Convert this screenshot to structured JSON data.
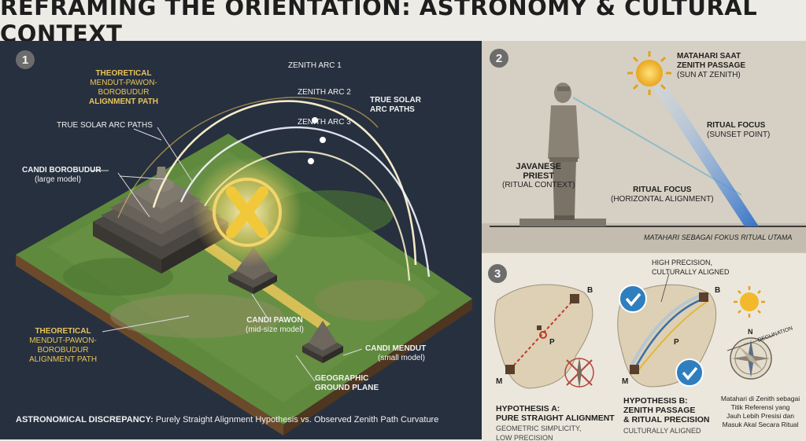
{
  "title": "REFRAMING THE ORIENTATION: ASTRONOMY & CULTURAL CONTEXT",
  "panel1": {
    "number": "1",
    "theoretical_top": [
      "THEORETICAL",
      "MENDUT-PAWON-BOROBUDUR",
      "ALIGNMENT PATH"
    ],
    "zenith_arc_1": "ZENITH ARC 1",
    "zenith_arc_2": "ZENITH ARC 2",
    "zenith_arc_3": "ZENITH ARC 3",
    "true_solar_right": [
      "TRUE SOLAR",
      "ARC PATHS"
    ],
    "true_solar_left": "TRUE SOLAR ARC PATHS",
    "borobudur": [
      "CANDI BOROBUDUR",
      "(large model)"
    ],
    "pawon": [
      "CANDI PAWON",
      "(mid-size model)"
    ],
    "mendut": [
      "CANDI MENDUT",
      "(small model)"
    ],
    "theoretical_bottom": [
      "THEORETICAL",
      "MENDUT-PAWON-BOROBUDUR",
      "ALIGNMENT PATH"
    ],
    "ground": [
      "GEOGRAPHIC",
      "GROUND PLANE"
    ],
    "caption_bold": "ASTRONOMICAL DISCREPANCY:",
    "caption_rest": " Purely Straight Alignment Hypothesis vs. Observed Zenith Path Curvature"
  },
  "panel2": {
    "number": "2",
    "sun_label": [
      "MATAHARI SAAT",
      "ZENITH PASSAGE",
      "(SUN AT ZENITH)"
    ],
    "ritual_focus_1": [
      "RITUAL FOCUS",
      "(SUNSET POINT)"
    ],
    "priest": [
      "JAVANESE",
      "PRIEST",
      "(RITUAL CONTEXT)"
    ],
    "ritual_focus_2": [
      "RITUAL FOCUS",
      "(HORIZONTAL ALIGNMENT)"
    ],
    "ground_caption": "MATAHARI SEBAGAI FOKUS RITUAL UTAMA"
  },
  "panel3": {
    "number": "3",
    "high_precision": [
      "HIGH PRECISION,",
      "CULTURALLY ALIGNED"
    ],
    "point_b": "B",
    "point_m": "M",
    "point_p": "P",
    "hyp_a": [
      "HYPOTHESIS A:",
      "PURE STRAIGHT ALIGNMENT"
    ],
    "hyp_a_sub": [
      "GEOMETRIC SIMPLICITY,",
      "LOW PRECISION"
    ],
    "hyp_b": [
      "HYPOTHESIS B:",
      "ZENITH PASSAGE",
      "& RITUAL PRECISION"
    ],
    "hyp_b_sub": "CULTURALLY ALIGNED",
    "compass_n": "N",
    "declination": "DECLINATION",
    "note": [
      "Matahari di Zenith sebagai",
      "Titik Referensi yang",
      "Jauh Lebih Presisi dan",
      "Masuk Akal Secara Ritual"
    ]
  },
  "colors": {
    "gold": "#e9c45a",
    "dark_panel": "#27303f",
    "terrain": "#5f8a3e",
    "blue_beam": "#3d7fd1",
    "check": "#2f7fbf",
    "red_line": "#c0392b"
  }
}
